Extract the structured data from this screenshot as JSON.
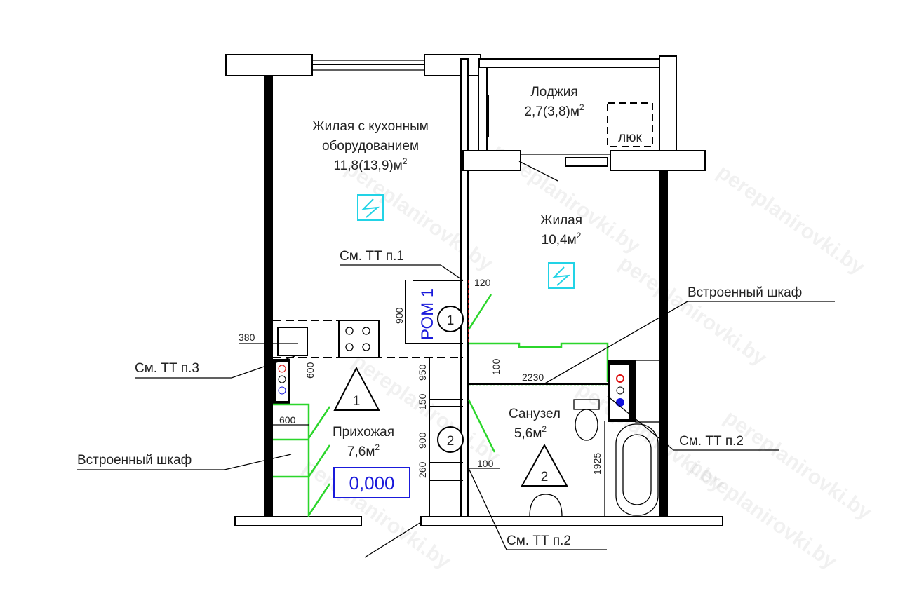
{
  "rooms": {
    "loggia": {
      "name": "Лоджия",
      "area": "2,7(3,8)м",
      "sup": "2",
      "hatch": "люк"
    },
    "living_kitchen": {
      "line1": "Жилая с кухонным",
      "line2": "оборудованием",
      "area": "11,8(13,9)м",
      "sup": "2"
    },
    "living": {
      "name": "Жилая",
      "area": "10,4м",
      "sup": "2"
    },
    "hall": {
      "name": "Прихожая",
      "area": "7,6м",
      "sup": "2"
    },
    "bathroom": {
      "name": "Санузел",
      "area": "5,6м",
      "sup": "2"
    }
  },
  "callouts": {
    "tt1": "См. ТТ п.1",
    "tt3": "См. ТТ п.3",
    "tt2_right": "См. ТТ п.2",
    "tt2_bottom": "См. ТТ п.2",
    "wardrobe_right": "Встроенный шкаф",
    "wardrobe_left": "Встроенный шкаф"
  },
  "dimensions": {
    "d120": "120",
    "d900_top": "900",
    "d380": "380",
    "d600_v": "600",
    "d950": "950",
    "d150": "150",
    "d900_mid": "900",
    "d260": "260",
    "d100_top": "100",
    "d100_bottom": "100",
    "d2230": "2230",
    "d1925": "1925",
    "d600_h": "600"
  },
  "markers": {
    "rom": "РОМ 1",
    "opening1": "1",
    "opening2": "2",
    "zone1": "1",
    "zone2": "2",
    "level": "0,000"
  },
  "watermark": "pereplanirovki.by",
  "colors": {
    "new_partition": "#2bd62b",
    "marker": "#1a1adb",
    "cyan": "#22d3e6"
  }
}
